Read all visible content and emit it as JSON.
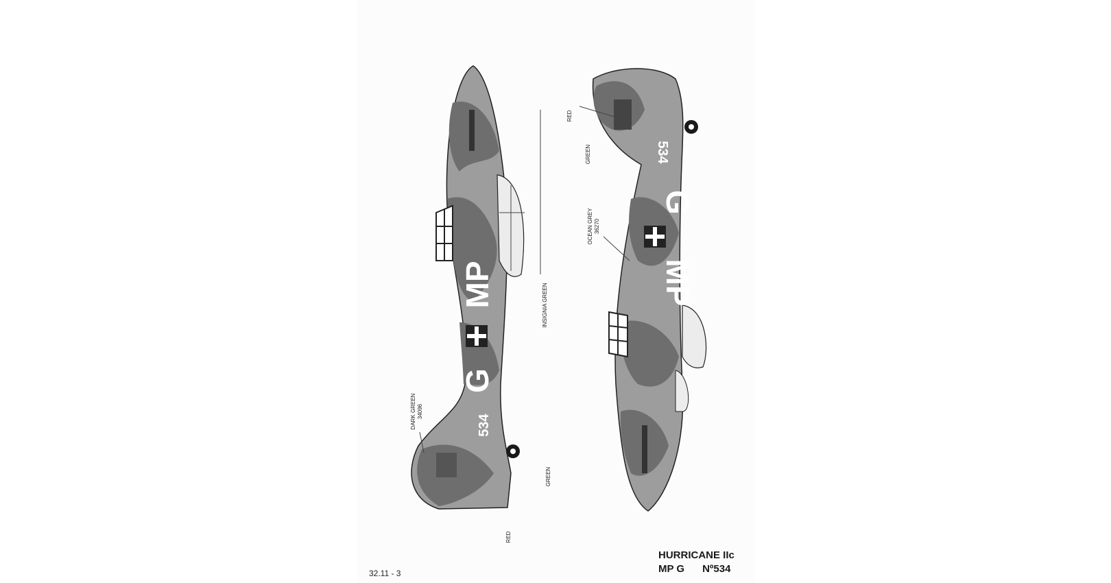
{
  "document": {
    "ref_code": "32.11 - 3",
    "title": "HURRICANE IIc",
    "code": "MP G",
    "number": "Nº534"
  },
  "left_view": {
    "markings": {
      "letters_top": "MP",
      "letters_bottom": "G",
      "serial": "534"
    },
    "callouts": {
      "dark_green": "DARK GREEN",
      "dark_green_code": "34096",
      "insignia_green": "INSIGNIA GREEN",
      "green": "GREEN",
      "red": "RED"
    }
  },
  "right_view": {
    "markings": {
      "letters_top": "G",
      "letters_bottom": "MP",
      "serial": "534"
    },
    "callouts": {
      "red": "RED",
      "green": "GREEN",
      "ocean_grey": "OCEAN GREY",
      "ocean_grey_code": "36270"
    }
  },
  "colors": {
    "paper": "#fcfcfc",
    "camo_light": "#9d9d9d",
    "camo_dark": "#6e6e6e",
    "outline": "#222222",
    "marking": "#ffffff"
  }
}
